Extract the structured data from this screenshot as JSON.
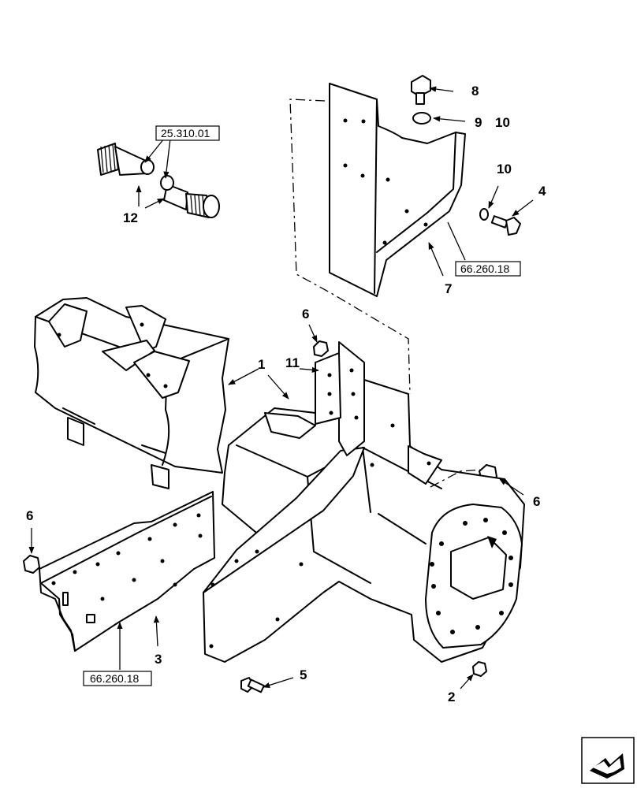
{
  "callouts": {
    "c1": "1",
    "c2": "2",
    "c3": "3",
    "c4": "4",
    "c5": "5",
    "c6a": "6",
    "c6b": "6",
    "c6c": "6",
    "c7": "7",
    "c8": "8",
    "c9": "9",
    "c10a": "10",
    "c10b": "10",
    "c11": "11",
    "c12": "12"
  },
  "references": {
    "r1": "25.310.01",
    "r2": "66.260.18",
    "r3": "66.260.18"
  },
  "nav_icon": "next-page-arrow-icon"
}
